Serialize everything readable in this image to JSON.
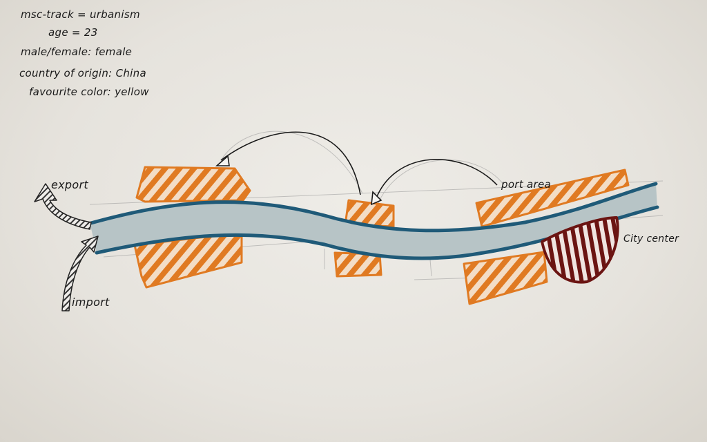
{
  "notes": {
    "line1": "msc-track = urbanism",
    "line2": "age = 23",
    "line3": "male/female: female",
    "line4": "country of origin: China",
    "line5": "favourite color: yellow"
  },
  "labels": {
    "export": "export",
    "import": "import",
    "port_area": "port area",
    "city_center": "City center"
  },
  "colors": {
    "orange": "#e07a22",
    "river_fill": "#b7c4c6",
    "river_edge": "#1f5a78",
    "city_center": "#6b1412",
    "ink": "#1a1a1a"
  }
}
